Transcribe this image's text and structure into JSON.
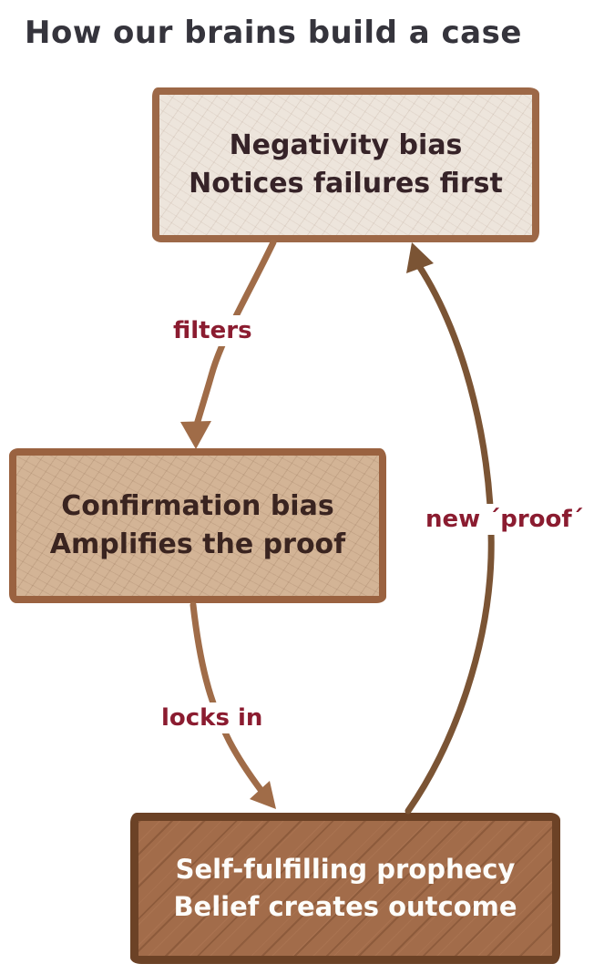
{
  "title": "How our brains build a case",
  "colors": {
    "background": "#FFFFFF",
    "title_text": "#35343C",
    "edge_label_text": "#8B1C30",
    "arrow_down_color": "#A06C48",
    "arrow_up_color": "#7B5434",
    "negativity_fill": "#EDE5DC",
    "negativity_border": "#9D6847",
    "negativity_text": "#362328",
    "confirmation_fill": "#D3B496",
    "confirmation_border": "#9A6240",
    "confirmation_text": "#3A2420",
    "prophecy_fill": "#A26C4A",
    "prophecy_border": "#6C4226",
    "prophecy_text": "#FDFDFA"
  },
  "diagram": {
    "nodes": [
      {
        "id": "negativity",
        "line1": "Negativity bias",
        "line2": "Notices failures first"
      },
      {
        "id": "confirmation",
        "line1": "Confirmation bias",
        "line2": "Amplifies the proof"
      },
      {
        "id": "prophecy",
        "line1": "Self-fulfilling prophecy",
        "line2": "Belief creates outcome"
      }
    ],
    "edges": [
      {
        "id": "filters",
        "label": "filters",
        "from": "negativity",
        "to": "confirmation"
      },
      {
        "id": "locks-in",
        "label": "locks in",
        "from": "confirmation",
        "to": "prophecy"
      },
      {
        "id": "new-proof",
        "label": "new ´proof´",
        "from": "prophecy",
        "to": "negativity"
      }
    ]
  }
}
